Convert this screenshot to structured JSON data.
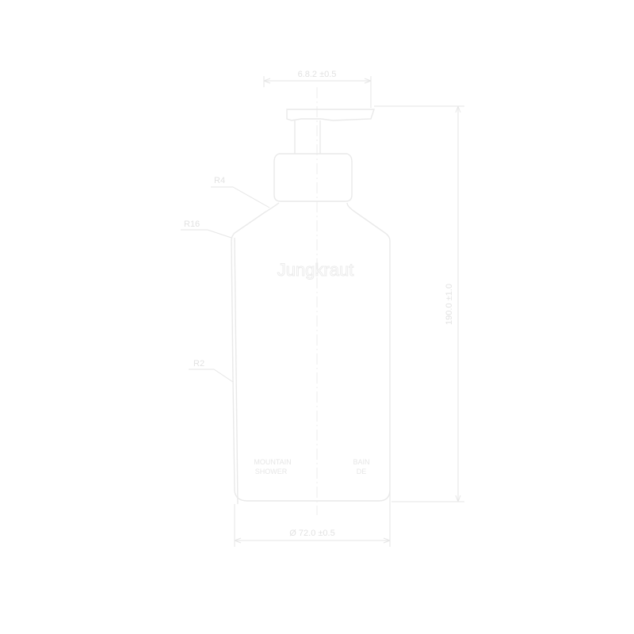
{
  "dimensions": {
    "top_width": "6.8.2 ±0.5",
    "height": "190.0 ±1.0",
    "diameter": "Ø 72.0 ±0.5"
  },
  "radii": {
    "shoulder_top": "R4",
    "shoulder_bottom": "R16",
    "body": "R2"
  },
  "label": {
    "brand": "Jungkraut",
    "left_line1": "MOUNTAIN",
    "left_line2": "SHOWER",
    "right_line1": "BAIN",
    "right_line2": "DE"
  },
  "colors": {
    "line": "#e9e9e9",
    "text": "#e2e2e2"
  }
}
